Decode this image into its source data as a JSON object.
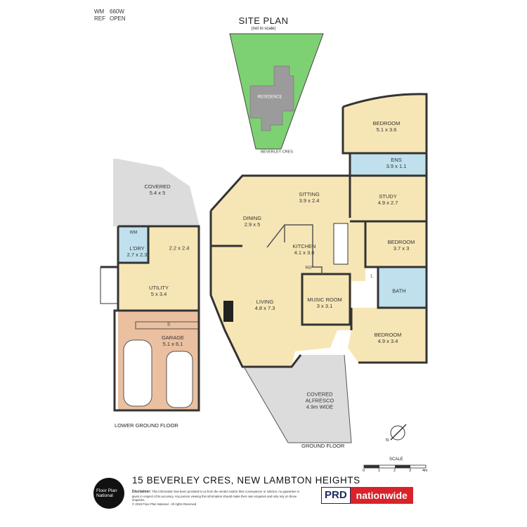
{
  "ref": {
    "wm_key": "WM",
    "wm_val": "660W",
    "ref_key": "REF",
    "ref_val": "OPEN"
  },
  "site_plan": {
    "title": "SITE PLAN",
    "subtitle": "(not to scale)",
    "residence": "RESIDENCE",
    "street": "BEVERLEY CRES"
  },
  "lower": {
    "covered": {
      "name": "COVERED",
      "size": "5.4 x 5"
    },
    "laundry": {
      "name": "L'DRY",
      "size": "2.7 x 2.3",
      "wm": "WM"
    },
    "store": {
      "size": "2.2 x 2.4"
    },
    "utility": {
      "name": "UTILITY",
      "size": "5 x 3.4"
    },
    "garage": {
      "name": "GARAGE",
      "size": "5.1 x 6.1",
      "s": "S"
    },
    "label": "LOWER GROUND FLOOR"
  },
  "ground": {
    "dining": {
      "name": "DINING",
      "size": "2.9 x 5"
    },
    "sitting": {
      "name": "SITTING",
      "size": "3.9 x 2.4"
    },
    "kitchen": {
      "name": "KITCHEN",
      "size": "4.1 x 3.6",
      "ref": "REF"
    },
    "living": {
      "name": "LIVING",
      "size": "4.8 x 7.3"
    },
    "music": {
      "name": "MUSIC ROOM",
      "size": "3 x 3.1"
    },
    "bed1": {
      "name": "BEDROOM",
      "size": "5.1 x 3.6"
    },
    "ens": {
      "name": "ENS",
      "size": "3.9 x 1.1"
    },
    "study": {
      "name": "STUDY",
      "size": "4.9 x 2.7"
    },
    "bed2": {
      "name": "BEDROOM",
      "size": "3.7 x 3"
    },
    "bath": {
      "name": "BATH"
    },
    "l": "L",
    "bed3": {
      "name": "BEDROOM",
      "size": "4.9 x 3.4"
    },
    "alfresco": {
      "name": "COVERED",
      "name2": "ALFRESCO",
      "size": "4.9m WIDE"
    },
    "label": "GROUND FLOOR"
  },
  "compass": {
    "n": "N"
  },
  "scale": {
    "label": "SCALE",
    "ticks": [
      "0",
      "1",
      "2",
      "3",
      "4m"
    ]
  },
  "footer": {
    "address": "15 BEVERLEY CRES, NEW LAMBTON HEIGHTS",
    "disclaimer_title": "Disclaimer:",
    "disclaimer": "This information has been provided to us from the vendor and/or their conveyancer or solicitor, no guarantee is given in respect of its accuracy. Any person viewing this information should make their own enquiries and only rely on those enquiries.",
    "copyright": "© 2018 Floor Plan National · All rights Reserved",
    "fp_logo": "Floor Plan National",
    "prd_a": "PRD",
    "prd_b": "nationwide"
  },
  "colors": {
    "room": "#f7e6b5",
    "laundry": "#bfe0ec",
    "garage": "#eac0a0",
    "covered": "#dcdcdc",
    "site_green": "#7ed173",
    "residence": "#9b9b9b",
    "wall": "#333333",
    "brand_red": "#d9222a",
    "brand_navy": "#1c2a5a"
  }
}
